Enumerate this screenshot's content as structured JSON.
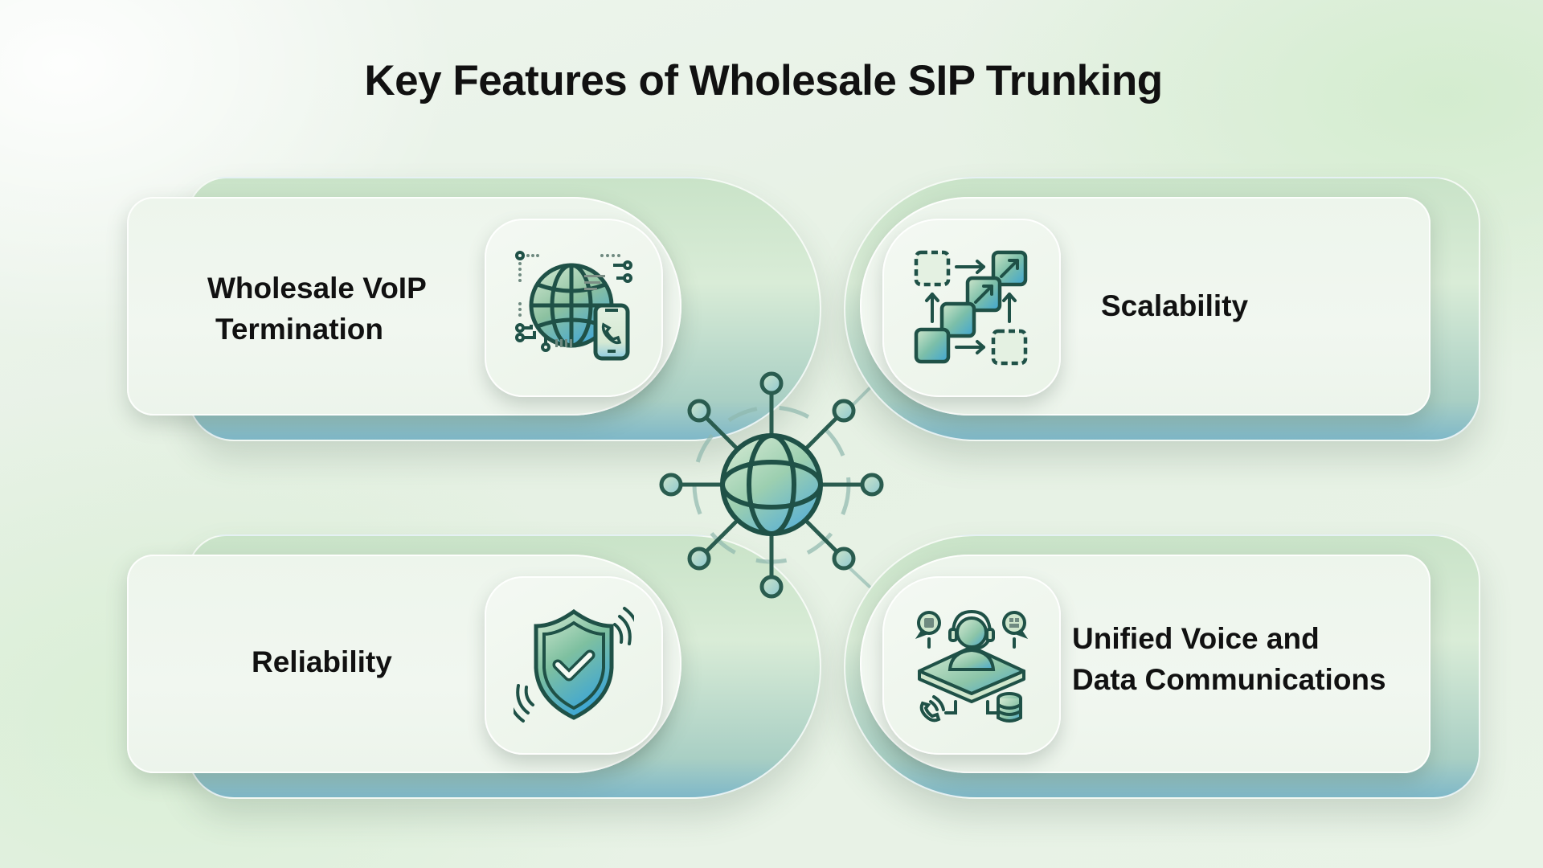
{
  "title": "Key Features of Wholesale SIP Trunking",
  "features": [
    {
      "id": "voip-termination",
      "label_line1": "Wholesale VoIP",
      "label_line2": "Termination",
      "icon": "globe-phone-icon",
      "position": "top-left"
    },
    {
      "id": "scalability",
      "label_line1": "Scalability",
      "label_line2": "",
      "icon": "scaling-blocks-icon",
      "position": "top-right"
    },
    {
      "id": "reliability",
      "label_line1": "Reliability",
      "label_line2": "",
      "icon": "shield-check-icon",
      "position": "bottom-left"
    },
    {
      "id": "unified-comms",
      "label_line1": "Unified Voice and",
      "label_line2": "Data Communications",
      "icon": "agent-headset-icon",
      "position": "bottom-right"
    }
  ],
  "hub": {
    "icon": "network-globe-hub-icon",
    "nodes": 8
  },
  "colors": {
    "background": "#e8f2e6",
    "stroke_dark": "#1f4f45",
    "green_light": "#c8e3c6",
    "teal_blue": "#5fb0cf",
    "text": "#111111"
  }
}
